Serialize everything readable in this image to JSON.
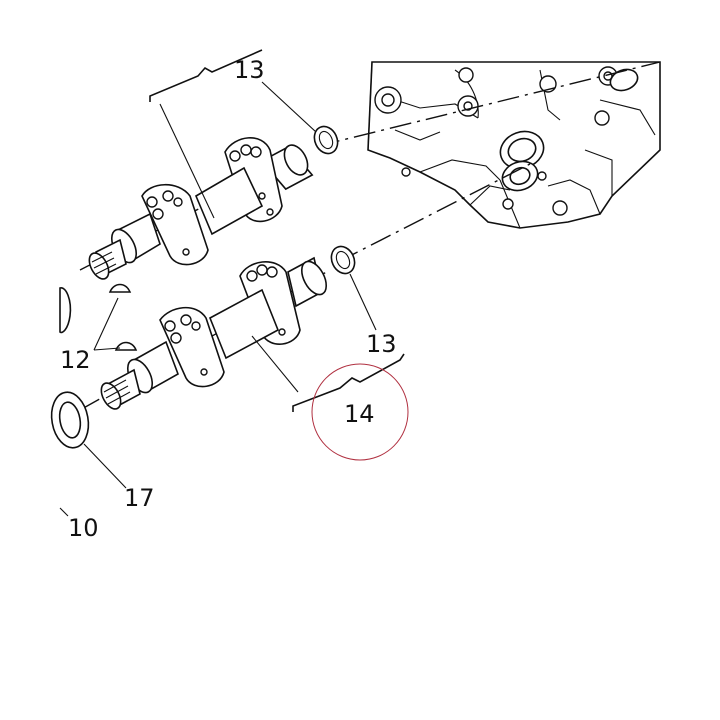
{
  "diagram": {
    "callouts": {
      "c13_top": "13",
      "c13_bottom": "13",
      "c14": "14",
      "c12": "12",
      "c17": "17",
      "c10": "10"
    },
    "highlight_color": "#b03040",
    "line_color": "#111111"
  }
}
